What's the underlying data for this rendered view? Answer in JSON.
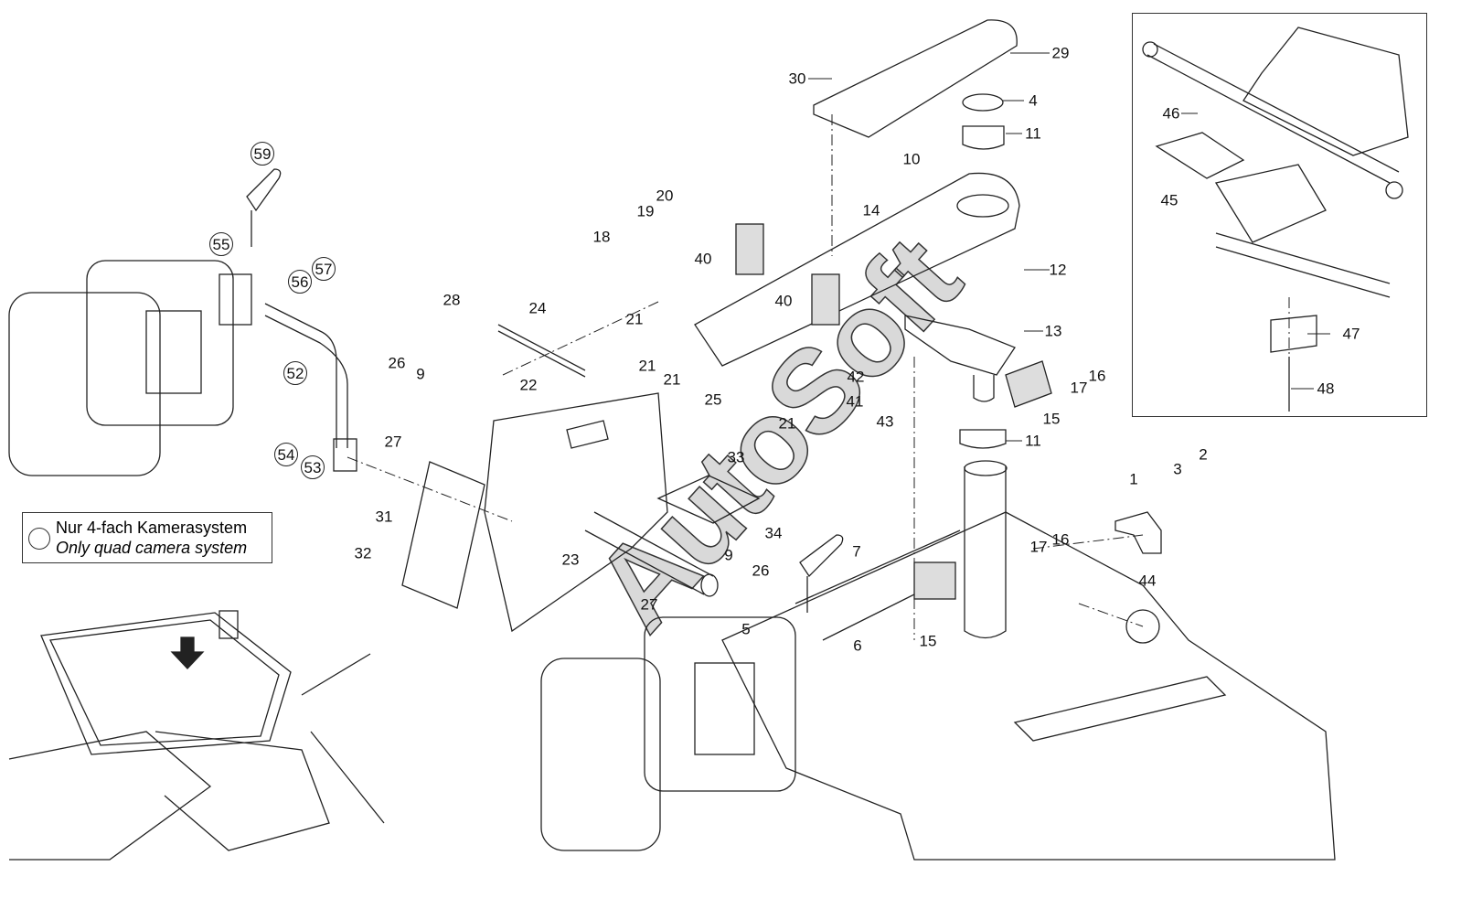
{
  "legend": {
    "de": "Nur 4-fach Kamerasystem",
    "en": "Only quad camera system"
  },
  "watermark": "AutoSoft",
  "labels": [
    {
      "text": "29",
      "circled": false
    },
    {
      "text": "30",
      "circled": false
    },
    {
      "text": "4",
      "circled": false
    },
    {
      "text": "11",
      "circled": false
    },
    {
      "text": "10",
      "circled": false
    },
    {
      "text": "14",
      "circled": false
    },
    {
      "text": "20",
      "circled": false
    },
    {
      "text": "19",
      "circled": false
    },
    {
      "text": "18",
      "circled": false
    },
    {
      "text": "40",
      "circled": false
    },
    {
      "text": "40",
      "circled": false
    },
    {
      "text": "12",
      "circled": false
    },
    {
      "text": "21",
      "circled": false
    },
    {
      "text": "13",
      "circled": false
    },
    {
      "text": "16",
      "circled": false
    },
    {
      "text": "17",
      "circled": false
    },
    {
      "text": "28",
      "circled": false
    },
    {
      "text": "24",
      "circled": false
    },
    {
      "text": "21",
      "circled": false
    },
    {
      "text": "21",
      "circled": false
    },
    {
      "text": "42",
      "circled": false
    },
    {
      "text": "41",
      "circled": false
    },
    {
      "text": "25",
      "circled": false
    },
    {
      "text": "21",
      "circled": false
    },
    {
      "text": "22",
      "circled": false
    },
    {
      "text": "26",
      "circled": false
    },
    {
      "text": "9",
      "circled": false
    },
    {
      "text": "27",
      "circled": false
    },
    {
      "text": "15",
      "circled": false
    },
    {
      "text": "11",
      "circled": false
    },
    {
      "text": "43",
      "circled": false
    },
    {
      "text": "33",
      "circled": false
    },
    {
      "text": "1",
      "circled": false
    },
    {
      "text": "3",
      "circled": false
    },
    {
      "text": "2",
      "circled": false
    },
    {
      "text": "34",
      "circled": false
    },
    {
      "text": "7",
      "circled": false
    },
    {
      "text": "17",
      "circled": false
    },
    {
      "text": "16",
      "circled": false
    },
    {
      "text": "31",
      "circled": false
    },
    {
      "text": "32",
      "circled": false
    },
    {
      "text": "23",
      "circled": false
    },
    {
      "text": "9",
      "circled": false
    },
    {
      "text": "26",
      "circled": false
    },
    {
      "text": "27",
      "circled": false
    },
    {
      "text": "44",
      "circled": false
    },
    {
      "text": "5",
      "circled": false
    },
    {
      "text": "6",
      "circled": false
    },
    {
      "text": "15",
      "circled": false
    },
    {
      "text": "47",
      "circled": false
    },
    {
      "text": "48",
      "circled": false
    },
    {
      "text": "46",
      "circled": false
    },
    {
      "text": "45",
      "circled": false
    },
    {
      "text": "59",
      "circled": true
    },
    {
      "text": "55",
      "circled": true
    },
    {
      "text": "56",
      "circled": true
    },
    {
      "text": "57",
      "circled": true
    },
    {
      "text": "52",
      "circled": true
    },
    {
      "text": "54",
      "circled": true
    },
    {
      "text": "53",
      "circled": true
    }
  ]
}
